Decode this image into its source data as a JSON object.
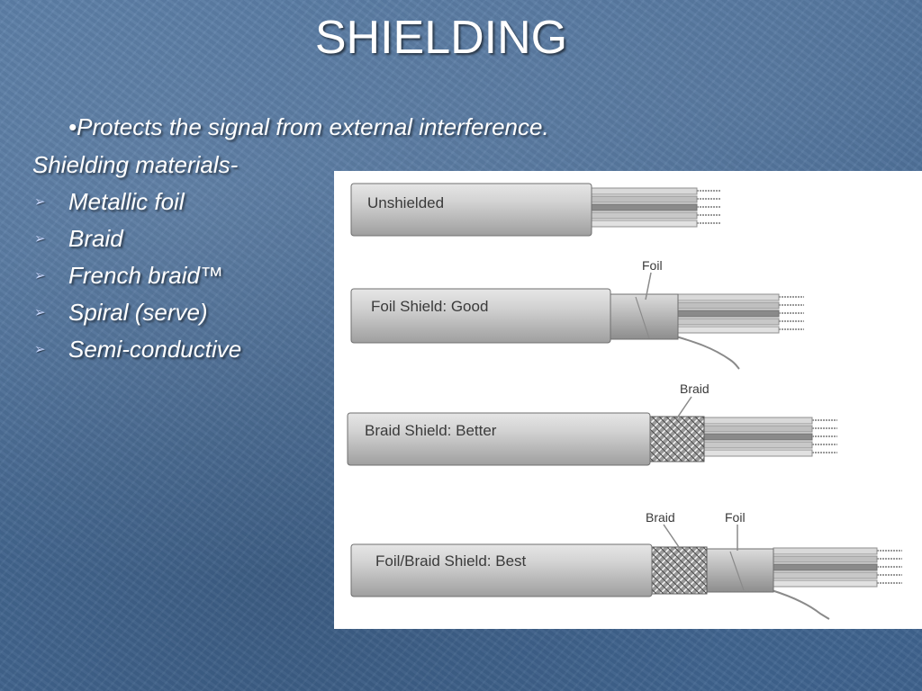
{
  "slide": {
    "title": "SHIELDING",
    "intro": "•Protects the signal from external interference.",
    "heading": "Shielding materials-",
    "bullet_icon": "chevron-right-icon",
    "bullets": [
      "Metallic foil",
      "Braid",
      "French braid™",
      "Spiral (serve)",
      "Semi-conductive"
    ]
  },
  "figure": {
    "cables": [
      {
        "label": "Unshielded"
      },
      {
        "label": "Foil Shield: Good"
      },
      {
        "label": "Braid Shield: Better"
      },
      {
        "label": "Foil/Braid Shield: Best"
      }
    ],
    "callouts": {
      "foil_2": "Foil",
      "braid_3": "Braid",
      "braid_4": "Braid",
      "foil_4": "Foil"
    }
  },
  "colors": {
    "background": "#4b6f9a",
    "text": "#ffffff",
    "bullet": "#c9d8ff",
    "jacket": "#c9c9c9"
  }
}
